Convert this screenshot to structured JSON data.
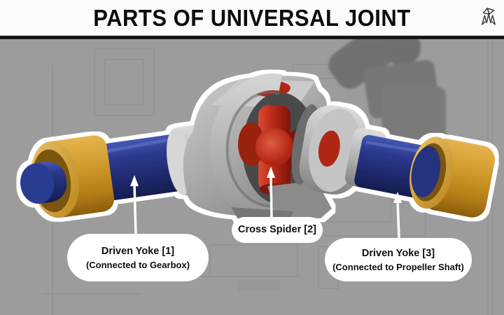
{
  "header": {
    "title": "PARTS OF UNIVERSAL JOINT",
    "logo_icon": "wireframe-brand-logo"
  },
  "labels": [
    {
      "title": "Driven Yoke [1]",
      "subtitle": "(Connected to Gearbox)"
    },
    {
      "title": "Cross Spider [2]",
      "subtitle": ""
    },
    {
      "title": "Driven Yoke [3]",
      "subtitle": "(Connected to Propeller Shaft)"
    }
  ],
  "parts_legend": {
    "driven_yoke_1": "left blue shaft with gold collar, connected to gearbox",
    "cross_spider": "red cross-shaped spider in center of joint",
    "driven_yoke_3": "right blue shaft with gold collar, connected to propeller shaft"
  },
  "colors": {
    "background": "#9c9c9c",
    "header_bg": "#fbfbfb",
    "divider": "#161616",
    "shaft_blue": "#222c74",
    "collar_gold": "#cf9a2b",
    "spider_red": "#bf2d1a",
    "yoke_gray": "#b3b3b3",
    "outline_white": "#ffffff"
  }
}
